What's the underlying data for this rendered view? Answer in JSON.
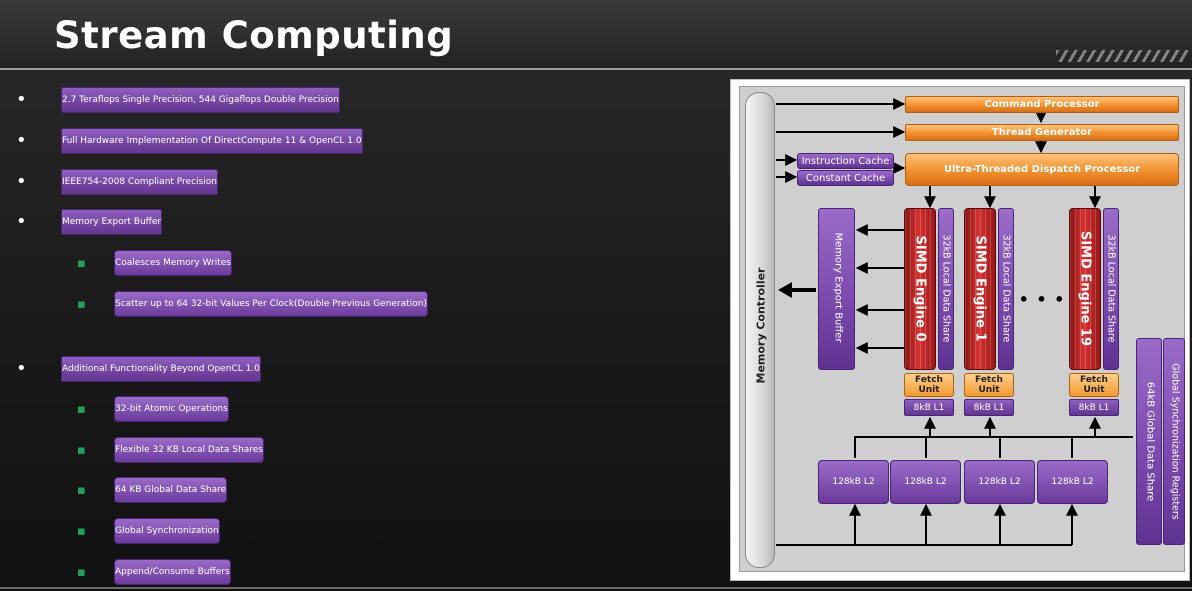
{
  "slide": {
    "title": "Stream Computing",
    "bullets": [
      {
        "level": 1,
        "text": "2.7 Teraflops Single Precision, 544 Gigaflops Double Precision"
      },
      {
        "level": 1,
        "text": "Full Hardware Implementation Of DirectCompute 11 & OpenCL 1.0"
      },
      {
        "level": 1,
        "text": "IEEE754-2008 Compliant Precision"
      },
      {
        "level": 1,
        "text": "Memory Export Buffer"
      },
      {
        "level": 2,
        "text": "Coalesces Memory Writes"
      },
      {
        "level": 2,
        "text": "Scatter up to 64 32-bit Values Per Clock",
        "text2": "(Double Previous Generation)"
      },
      {
        "level": 1,
        "text": "Additional Functionality Beyond OpenCL 1.0"
      },
      {
        "level": 2,
        "text": "32-bit Atomic Operations"
      },
      {
        "level": 2,
        "text": "Flexible 32 KB Local Data Shares"
      },
      {
        "level": 2,
        "text": "64 KB Global Data Share"
      },
      {
        "level": 2,
        "text": "Global Synchronization"
      },
      {
        "level": 2,
        "text": "Append/Consume Buffers"
      }
    ],
    "bullet_mark_l1": "•",
    "bullet_mark_l2": "▪"
  },
  "diagram": {
    "memory_controller": "Memory Controller",
    "command_processor": "Command Processor",
    "thread_generator": "Thread Generator",
    "instruction_cache": "Instruction Cache",
    "constant_cache": "Constant Cache",
    "dispatch_processor": "Ultra-Threaded Dispatch Processor",
    "memory_export_buffer": "Memory Export Buffer",
    "simd_engines": [
      {
        "name": "SIMD Engine 0",
        "lds": "32kB Local Data Share",
        "fetch": "Fetch Unit",
        "l1": "8kB L1"
      },
      {
        "name": "SIMD Engine 1",
        "lds": "32kB Local Data Share",
        "fetch": "Fetch Unit",
        "l1": "8kB L1"
      },
      {
        "name": "SIMD Engine 19",
        "lds": "32kB Local Data Share",
        "fetch": "Fetch Unit",
        "l1": "8kB L1"
      }
    ],
    "ellipsis": "• • •",
    "global_sync_registers": "Global Synchronization Registers",
    "global_data_share": "64kB Global Data Share",
    "l2_caches": [
      "128kB L2",
      "128kB L2",
      "128kB L2",
      "128kB L2"
    ],
    "colors": {
      "orange": "#f2902e",
      "purple": "#7a48ad",
      "simd_red": "#d63232",
      "bullet_green": "#1fa35a",
      "title_white": "#ffffff"
    }
  }
}
